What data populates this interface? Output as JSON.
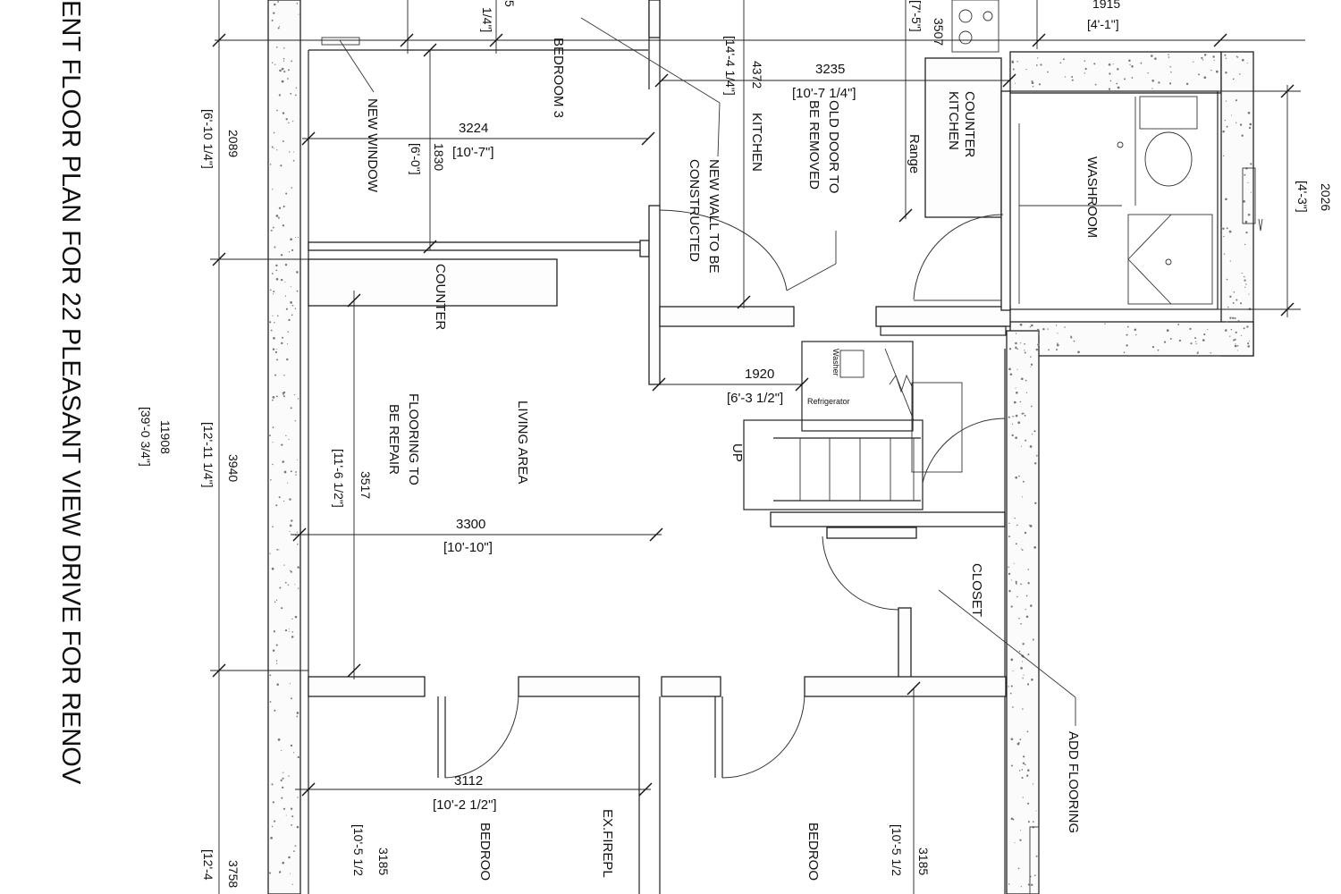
{
  "title": "ENT FLOOR PLAN FOR 22 PLEASANT VIEW DRIVE FOR RENOV",
  "rooms": {
    "bedroom3": "BEDROOM 3",
    "kitchen": "KITCHEN",
    "kitchen_counter_1": "KITCHEN",
    "kitchen_counter_2": "COUNTER",
    "range": "Range",
    "washroom": "WASHROOM",
    "living_area": "LIVING AREA",
    "closet": "CLOSET",
    "bedroom_left": "BEDROO",
    "bedroom_right": "BEDROO",
    "fireplace": "EX.FIREPL",
    "counter": "COUNTER",
    "washer": "Washer",
    "refrigerator": "Refrigerator",
    "stairs_up": "UP"
  },
  "notes": {
    "new_window": "NEW WINDOW",
    "old_door_1": "OLD DOOR TO",
    "old_door_2": "BE REMOVED",
    "new_wall_1": "NEW WALL TO BE",
    "new_wall_2": "CONSTRUCTED",
    "flooring_1": "FLOORING TO",
    "flooring_2": "BE REPAIR",
    "add_flooring": "ADD FLOORING"
  },
  "dimensions": {
    "overall_mm": "11908",
    "overall_imp": "[39'-0 3/4\"]",
    "left_top_mm": "2089",
    "left_top_imp": "[6'-10 1/4\"]",
    "left_mid_mm": "3940",
    "left_mid_imp": "[12'-11 1/4\"]",
    "left_bot_mm": "3758",
    "left_bot_imp": "[12'-4",
    "top_frac": "1/4\"]",
    "top_five": "5",
    "bedroom3_w_mm": "3224",
    "bedroom3_w_imp": "[10'-7\"]",
    "bedroom3_h_mm": "1830",
    "bedroom3_h_imp": "[6'-0\"]",
    "kitchen_h_mm": "4372",
    "kitchen_h_imp": "[14'-4 1/4\"]",
    "kitchen_w_mm": "3235",
    "kitchen_w_imp": "[10'-7 1/4\"]",
    "range_mm": "3507",
    "range_imp": "[7'-5\"]",
    "top_right_mm": "1915",
    "top_right_imp": "[4'-1\"]",
    "washroom_mm": "2026",
    "washroom_imp": "[4'-3\"]",
    "hall_mm": "1920",
    "hall_imp": "[6'-3 1/2\"]",
    "living_h_mm": "3517",
    "living_h_imp": "[11'-6 1/2\"]",
    "living_w_mm": "3300",
    "living_w_imp": "[10'-10\"]",
    "bed_w_mm": "3112",
    "bed_w_imp": "[10'-2 1/2\"]",
    "bed_left_h_mm": "3185",
    "bed_left_h_imp": "[10'-5 1/2",
    "bed_right_h_mm": "3185",
    "bed_right_h_imp": "[10'-5 1/2"
  }
}
